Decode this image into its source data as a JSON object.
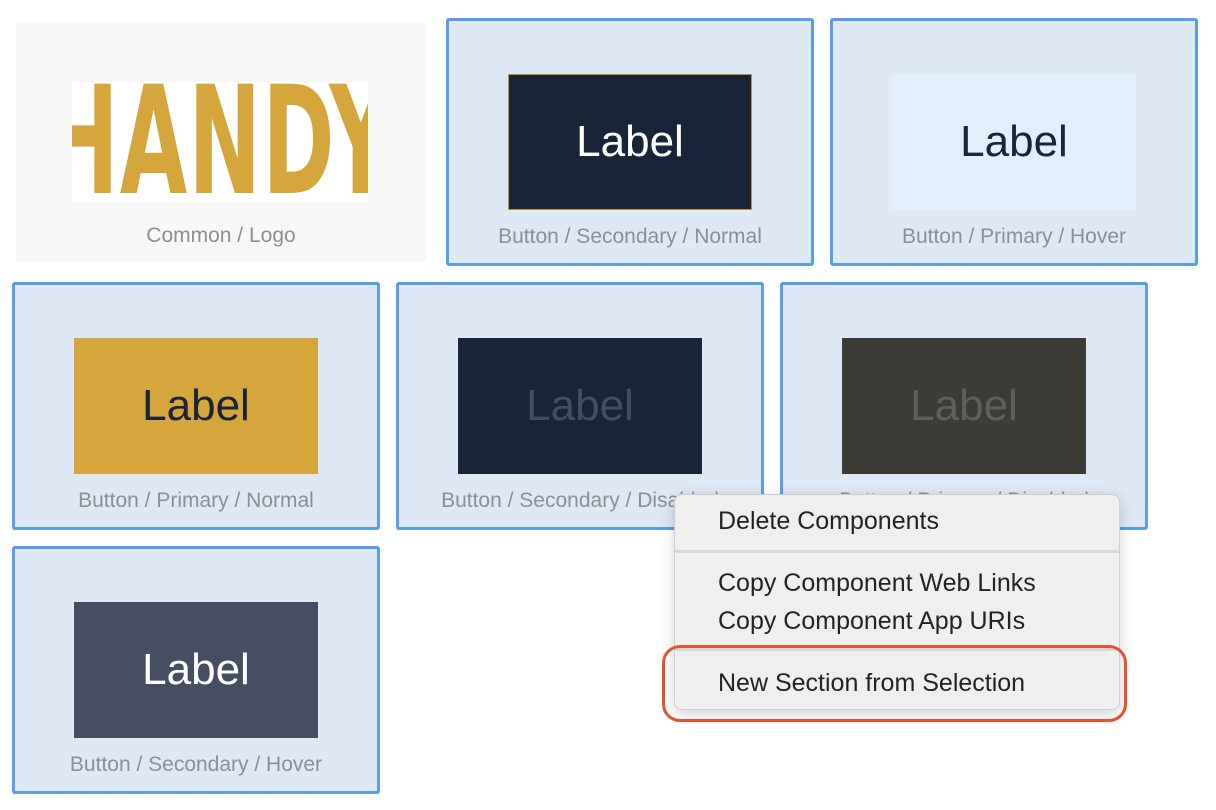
{
  "tiles": {
    "logo": {
      "caption": "Common / Logo",
      "logo_text": "HANDY"
    },
    "secondary_normal": {
      "caption": "Button / Secondary / Normal",
      "label": "Label"
    },
    "primary_hover": {
      "caption": "Button / Primary / Hover",
      "label": "Label"
    },
    "primary_normal": {
      "caption": "Button / Primary / Normal",
      "label": "Label"
    },
    "secondary_disabled": {
      "caption": "Button / Secondary / Disabled",
      "label": "Label"
    },
    "primary_disabled": {
      "caption": "Button / Primary / Disabled",
      "label": "Label"
    },
    "secondary_hover": {
      "caption": "Button / Secondary / Hover",
      "label": "Label"
    }
  },
  "colors": {
    "selection_border": "#5b9ded",
    "selection_fill": "#dfe8f5",
    "brand_gold": "#d4a63c",
    "navy": "#1a2438",
    "slate": "#464e64",
    "olive_dark": "#3c3b35",
    "highlight_ring": "#e5522f"
  },
  "context_menu": {
    "items": [
      {
        "label": "Delete Components"
      },
      {
        "label": "Copy Component Web Links"
      },
      {
        "label": "Copy Component App URIs"
      },
      {
        "label": "New Section from Selection"
      }
    ]
  }
}
